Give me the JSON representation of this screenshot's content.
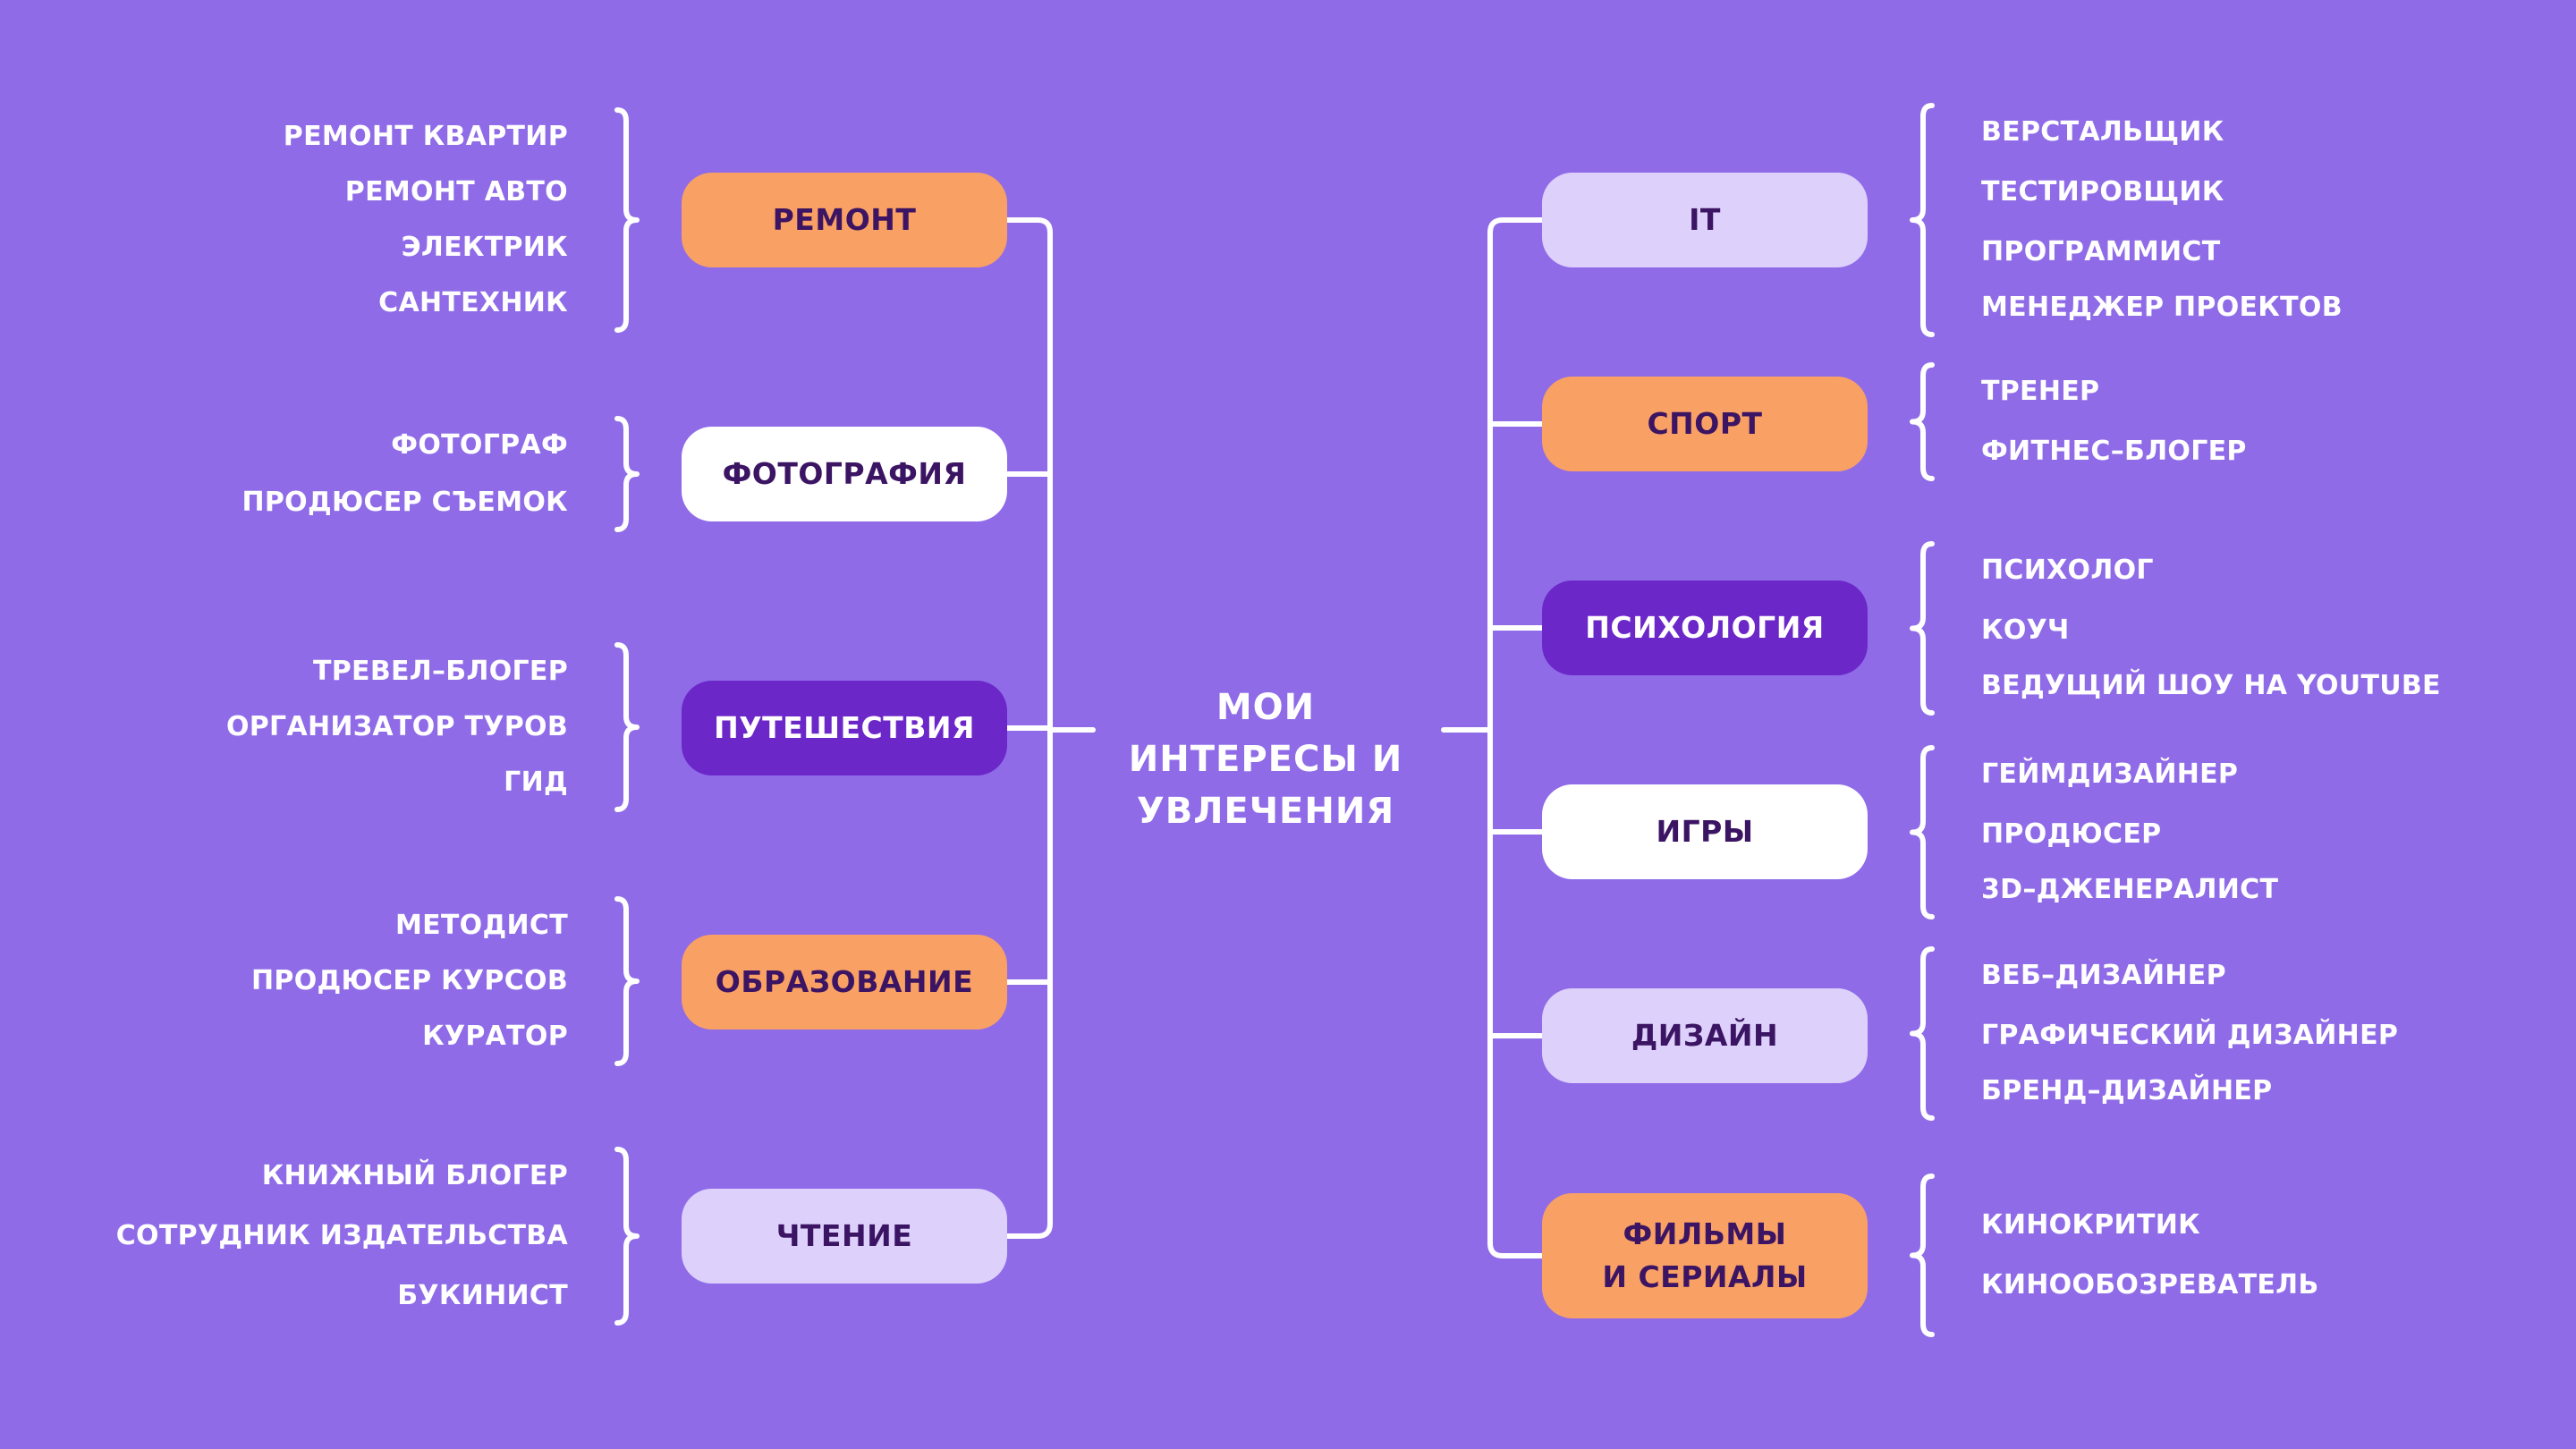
{
  "center": {
    "title": "МОИ ИНТЕРЕСЫ\nИ УВЛЕЧЕНИЯ"
  },
  "colors": {
    "background": "#8f6be8",
    "orange": "#f9a064",
    "white": "#ffffff",
    "purple": "#6c27c9",
    "lavender": "#ddd0fb",
    "dark_text": "#3b1463",
    "light_text": "#ffffff",
    "lines": "#ffffff"
  },
  "left_nodes": [
    {
      "label": "РЕМОНТ",
      "style": "orange",
      "items": [
        "РЕМОНТ КВАРТИР",
        "РЕМОНТ АВТО",
        "ЭЛЕКТРИК",
        "САНТЕХНИК"
      ]
    },
    {
      "label": "ФОТОГРАФИЯ",
      "style": "white",
      "items": [
        "ФОТОГРАФ",
        "ПРОДЮСЕР СЪЕМОК"
      ]
    },
    {
      "label": "ПУТЕШЕСТВИЯ",
      "style": "purple",
      "items": [
        "ТРЕВЕЛ–БЛОГЕР",
        "ОРГАНИЗАТОР ТУРОВ",
        "ГИД"
      ]
    },
    {
      "label": "ОБРАЗОВАНИЕ",
      "style": "orange",
      "items": [
        "МЕТОДИСТ",
        "ПРОДЮСЕР КУРСОВ",
        "КУРАТОР"
      ]
    },
    {
      "label": "ЧТЕНИЕ",
      "style": "lavender",
      "items": [
        "КНИЖНЫЙ БЛОГЕР",
        "СОТРУДНИК ИЗДАТЕЛЬСТВА",
        "БУКИНИСТ"
      ]
    }
  ],
  "right_nodes": [
    {
      "label": "IT",
      "style": "lavender",
      "items": [
        "ВЕРСТАЛЬЩИК",
        "ТЕСТИРОВЩИК",
        "ПРОГРАММИСТ",
        "МЕНЕДЖЕР ПРОЕКТОВ"
      ]
    },
    {
      "label": "СПОРТ",
      "style": "orange",
      "items": [
        "ТРЕНЕР",
        "ФИТНЕС–БЛОГЕР"
      ]
    },
    {
      "label": "ПСИХОЛОГИЯ",
      "style": "purple",
      "items": [
        "ПСИХОЛОГ",
        "КОУЧ",
        "ВЕДУЩИЙ ШОУ НА YOUTUBE"
      ]
    },
    {
      "label": "ИГРЫ",
      "style": "white",
      "items": [
        "ГЕЙМДИЗАЙНЕР",
        "ПРОДЮСЕР",
        "3D–ДЖЕНЕРАЛИСТ"
      ]
    },
    {
      "label": "ДИЗАЙН",
      "style": "lavender",
      "items": [
        "ВЕБ–ДИЗАЙНЕР",
        "ГРАФИЧЕСКИЙ ДИЗАЙНЕР",
        "БРЕНД–ДИЗАЙНЕР"
      ]
    },
    {
      "label": "ФИЛЬМЫ\nИ СЕРИАЛЫ",
      "style": "orange",
      "items": [
        "КИНОКРИТИК",
        "КИНООБОЗРЕВАТЕЛЬ"
      ]
    }
  ]
}
